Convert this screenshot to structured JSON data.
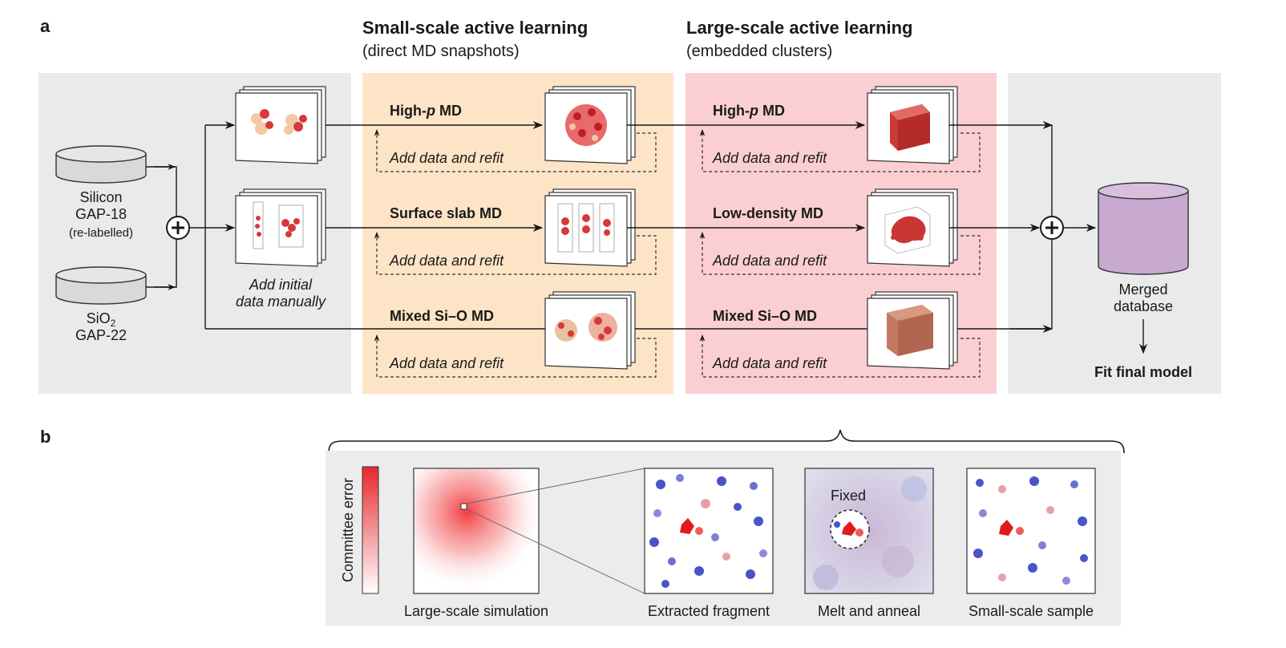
{
  "panel_labels": {
    "a": "a",
    "b": "b"
  },
  "sections": {
    "small": {
      "title": "Small-scale active learning",
      "subtitle": "(direct MD snapshots)"
    },
    "large": {
      "title": "Large-scale active learning",
      "subtitle": "(embedded clusters)"
    }
  },
  "sources": {
    "silicon": {
      "line1": "Silicon",
      "line2": "GAP-18",
      "line3": "(re-labelled)"
    },
    "sio2": {
      "line1_base": "SiO",
      "line1_sub": "2",
      "line2": "GAP-22"
    }
  },
  "initial_data": {
    "line1": "Add initial",
    "line2": "data manually"
  },
  "small_rows": [
    {
      "label_pre": "High-",
      "label_ital": "p",
      "label_post": " MD",
      "refit": "Add data and refit"
    },
    {
      "label_pre": "Surface slab MD",
      "label_ital": "",
      "label_post": "",
      "refit": "Add data and refit"
    },
    {
      "label_pre": "Mixed Si–O MD",
      "label_ital": "",
      "label_post": "",
      "refit": "Add data and refit"
    }
  ],
  "large_rows": [
    {
      "label_pre": "High-",
      "label_ital": "p",
      "label_post": " MD",
      "refit": "Add data and refit"
    },
    {
      "label_pre": "Low-density MD",
      "label_ital": "",
      "label_post": "",
      "refit": "Add data and refit"
    },
    {
      "label_pre": "Mixed Si–O MD",
      "label_ital": "",
      "label_post": "",
      "refit": "Add data and refit"
    }
  ],
  "merged": {
    "line1": "Merged",
    "line2": "database",
    "final": "Fit final model"
  },
  "panel_b": {
    "colorbar_label": "Committee error",
    "captions": [
      "Large-scale simulation",
      "Extracted fragment",
      "Melt and anneal",
      "Small-scale sample"
    ],
    "fixed_label": "Fixed"
  },
  "colors": {
    "left_bg": "#eaeaea",
    "small_bg": "#fde4c6",
    "large_bg": "#fbcfd1",
    "right_bg": "#eaeaea",
    "cylinder_gray": "#d9d9d9",
    "cylinder_purple": "#c8a9cf",
    "atom_red": "#d8383a",
    "atom_blue": "#4a54c8"
  }
}
